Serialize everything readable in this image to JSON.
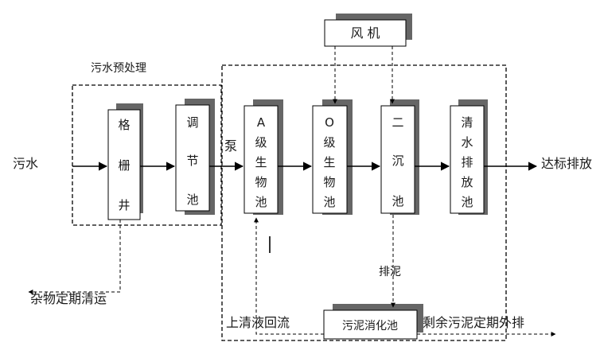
{
  "labels": {
    "blower": "风 机",
    "pretreatment": "污水预处理",
    "sewage_in": "污水",
    "pump": "泵",
    "discharge": "达标排放",
    "sludge_discharge": "排泥",
    "debris": "杂物定期清运",
    "supernatant_return": "上清液回流",
    "digestion_tank": "污泥消化池",
    "excess_sludge": "剩余污泥定期外排"
  },
  "units": {
    "screen_well": [
      "格",
      "栅",
      "井"
    ],
    "equalization": [
      "调",
      "节",
      "池"
    ],
    "a_tank": [
      "A",
      "级",
      "生",
      "物",
      "池"
    ],
    "o_tank": [
      "O",
      "级",
      "生",
      "物",
      "池"
    ],
    "clarifier": [
      "二",
      "沉",
      "池"
    ],
    "clear_water": [
      "清",
      "水",
      "排",
      "放",
      "池"
    ]
  }
}
